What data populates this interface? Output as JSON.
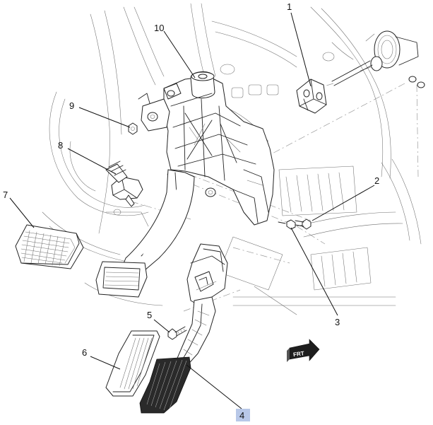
{
  "callouts": {
    "c1": "1",
    "c2": "2",
    "c3": "3",
    "c4": "4",
    "c5": "5",
    "c6": "6",
    "c7": "7",
    "c8": "8",
    "c9": "9",
    "c10": "10"
  },
  "direction_badge": {
    "label": "FRT"
  },
  "colors": {
    "line": "#222222",
    "thin_line": "#6e6e6e",
    "highlight_box": "#b8c8e8",
    "badge_dark": "#1e1e1e"
  }
}
